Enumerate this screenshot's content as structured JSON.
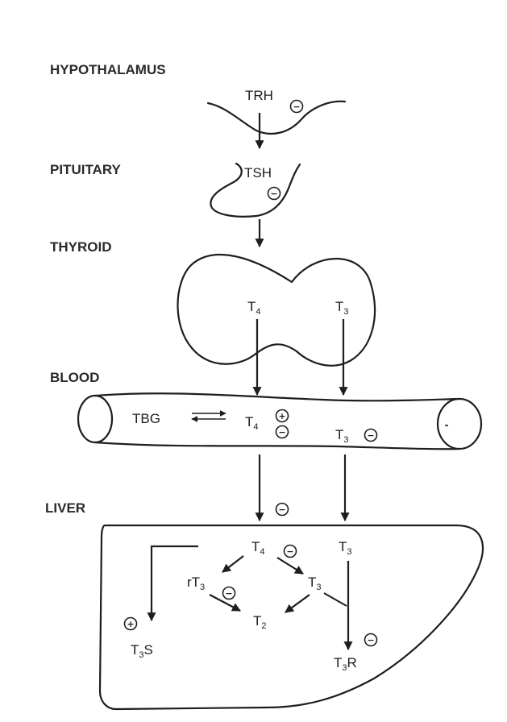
{
  "labels": {
    "hypothalamus": "HYPOTHALAMUS",
    "pituitary": "PITUITARY",
    "thyroid": "THYROID",
    "blood": "BLOOD",
    "liver": "LIVER"
  },
  "hormones": {
    "trh": "TRH",
    "tsh": "TSH",
    "tbg": "TBG",
    "thyroid_t4": {
      "base": "T",
      "sub": "4"
    },
    "thyroid_t3": {
      "base": "T",
      "sub": "3"
    },
    "blood_t4": {
      "base": "T",
      "sub": "4"
    },
    "blood_t3": {
      "base": "T",
      "sub": "3"
    },
    "liver_t4": {
      "base": "T",
      "sub": "4"
    },
    "liver_t3_in": {
      "base": "T",
      "sub": "3"
    },
    "rt3": {
      "pre": "rT",
      "sub": "3"
    },
    "t3_product": {
      "base": "T",
      "sub": "3"
    },
    "t2": {
      "base": "T",
      "sub": "2"
    },
    "t3s": {
      "base": "T",
      "sub": "3",
      "post": "S"
    },
    "t3r": {
      "base": "T",
      "sub": "3",
      "post": "R"
    }
  },
  "signs": {
    "plus": "+",
    "minus": "−"
  }
}
